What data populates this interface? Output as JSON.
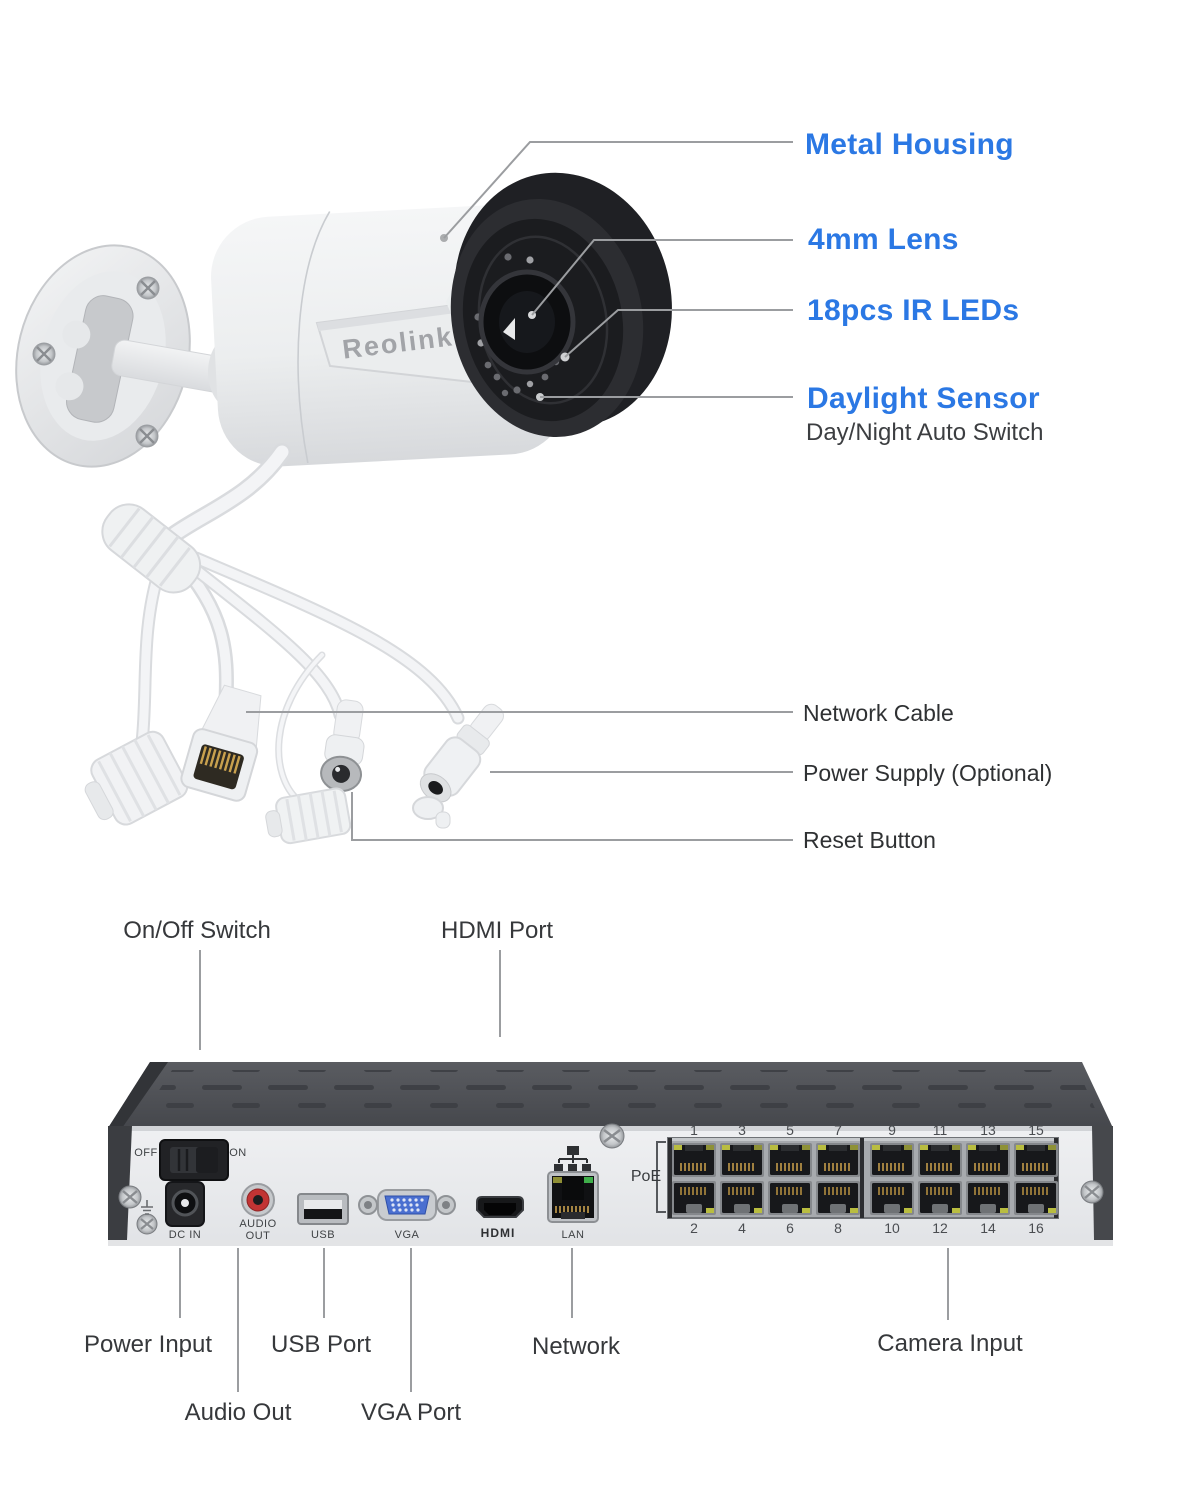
{
  "brand": {
    "logo": "Reolink"
  },
  "colors": {
    "accent_blue": "#2b78e4",
    "leader_gray": "#9b9da0",
    "nvr_top": "#4b4d52",
    "nvr_face": "#e9ebed",
    "vga_blue": "#4a6fd0",
    "led_green": "#3fae4a",
    "led_yellow": "#b9bd40",
    "rca_red": "#c23434"
  },
  "camera_callouts": {
    "metal_housing": "Metal Housing",
    "lens": "4mm Lens",
    "ir_leds": "18pcs IR LEDs",
    "daylight_sensor": "Daylight Sensor",
    "daylight_sub": "Day/Night Auto Switch",
    "network_cable": "Network Cable",
    "power_supply": "Power Supply (Optional)",
    "reset_button": "Reset Button"
  },
  "nvr": {
    "callouts": {
      "on_off": "On/Off Switch",
      "hdmi": "HDMI Port",
      "power_input": "Power Input",
      "audio_out": "Audio Out",
      "usb": "USB Port",
      "vga": "VGA Port",
      "network": "Network",
      "camera_input": "Camera Input"
    },
    "panel_labels": {
      "off": "OFF",
      "on": "ON",
      "dc_in": "DC IN",
      "audio_line1": "AUDIO",
      "audio_line2": "OUT",
      "usb": "USB",
      "vga": "VGA",
      "hdmi": "HDMI",
      "lan": "LAN",
      "poe": "PoE"
    },
    "poe": {
      "top_numbers": [
        "1",
        "3",
        "5",
        "7",
        "9",
        "11",
        "13",
        "15"
      ],
      "bottom_numbers": [
        "2",
        "4",
        "6",
        "8",
        "10",
        "12",
        "14",
        "16"
      ]
    }
  }
}
